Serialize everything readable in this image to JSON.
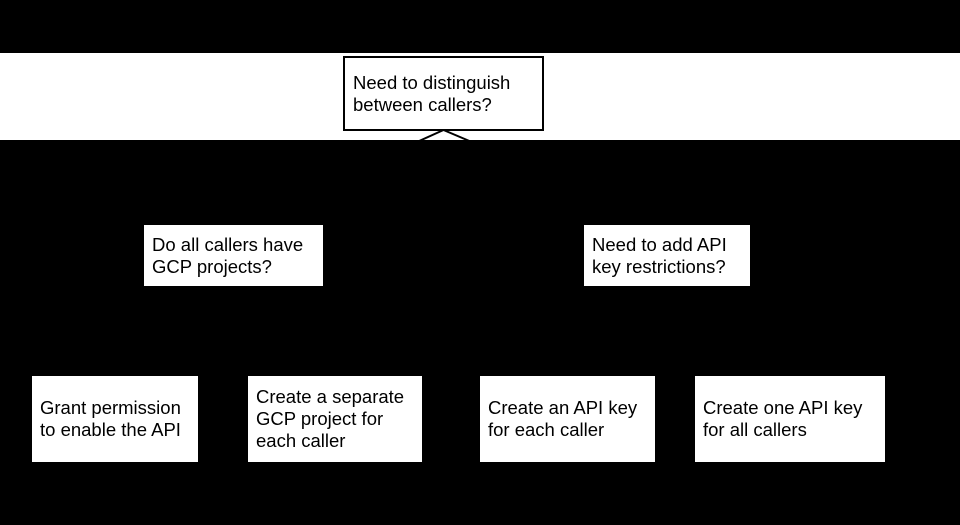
{
  "flowchart": {
    "root": {
      "id": "need-distinguish-callers",
      "text": "Need to distinguish between callers?",
      "lines": [
        "Need to distinguish",
        "between callers?"
      ]
    },
    "questions": [
      {
        "id": "all-callers-gcp-projects",
        "text": "Do all callers have GCP projects?",
        "lines": [
          "Do all callers have",
          "GCP projects?"
        ]
      },
      {
        "id": "api-key-restrictions",
        "text": "Need to add API key restrictions?",
        "lines": [
          "Need to add API",
          "key restrictions?"
        ]
      }
    ],
    "outcomes": [
      {
        "id": "grant-permission",
        "text": "Grant permission to enable the API",
        "lines": [
          "Grant permission",
          "to enable the API"
        ]
      },
      {
        "id": "separate-gcp-project",
        "text": "Create a separate GCP project for each caller",
        "lines": [
          "Create a separate",
          "GCP project for",
          "each caller"
        ]
      },
      {
        "id": "api-key-each-caller",
        "text": "Create an API key for each caller",
        "lines": [
          "Create an API key",
          "for each caller"
        ]
      },
      {
        "id": "api-key-all-callers",
        "text": "Create one API key for all callers",
        "lines": [
          "Create one API key",
          "for all callers"
        ]
      }
    ],
    "edges": [
      {
        "from": "need-distinguish-callers",
        "to": "all-callers-gcp-projects"
      },
      {
        "from": "need-distinguish-callers",
        "to": "api-key-restrictions"
      },
      {
        "from": "all-callers-gcp-projects",
        "to": "grant-permission"
      },
      {
        "from": "all-callers-gcp-projects",
        "to": "separate-gcp-project"
      },
      {
        "from": "api-key-restrictions",
        "to": "api-key-each-caller"
      },
      {
        "from": "api-key-restrictions",
        "to": "api-key-all-callers"
      }
    ],
    "colors": {
      "page_background": "#000000",
      "band_background": "#ffffff",
      "node_fill": "#ffffff",
      "node_border": "#000000",
      "node_text": "#000000",
      "connector": "#000000"
    }
  }
}
